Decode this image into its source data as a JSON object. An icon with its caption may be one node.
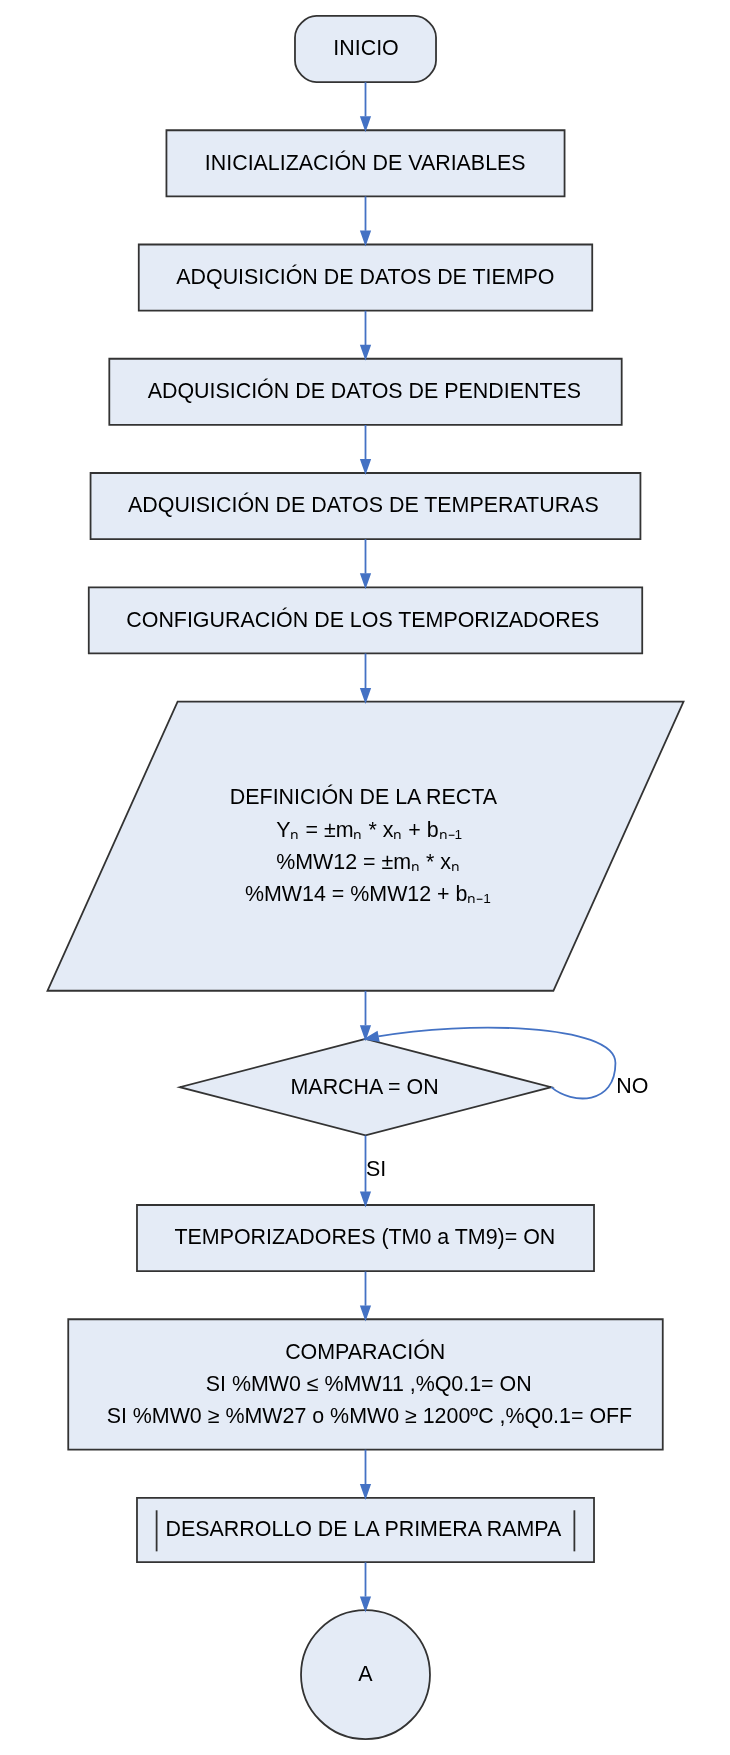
{
  "diagram": {
    "nodes": [
      {
        "text": [
          "INICIO"
        ]
      },
      {
        "text": [
          "INICIALIZACIÓN DE VARIABLES"
        ]
      },
      {
        "text": [
          "ADQUISICIÓN DE DATOS DE TIEMPO"
        ]
      },
      {
        "text": [
          "ADQUISICIÓN DE DATOS DE PENDIENTES"
        ]
      },
      {
        "text": [
          "ADQUISICIÓN DE DATOS DE TEMPERATURAS"
        ]
      },
      {
        "text": [
          "CONFIGURACIÓN DE LOS TEMPORIZADORES"
        ]
      },
      {
        "text": [
          "DEFINICIÓN DE LA RECTA",
          "Yₙ = ±mₙ * xₙ + bₙ₋₁",
          "%MW12 = ±mₙ * xₙ",
          "%MW14 = %MW12 + bₙ₋₁"
        ]
      },
      {
        "text": [
          "MARCHA = ON"
        ]
      },
      {
        "text": [
          "TEMPORIZADORES (TM0 a TM9)= ON"
        ]
      },
      {
        "text": [
          "COMPARACIÓN",
          "SI %MW0 ≤ %MW11 ,%Q0.1= ON",
          "SI %MW0 ≥ %MW27 o %MW0 ≥ 1200ºC ,%Q0.1= OFF"
        ]
      },
      {
        "text": [
          "DESARROLLO DE LA PRIMERA RAMPA"
        ]
      },
      {
        "text": [
          "A"
        ]
      }
    ],
    "edges": [
      {
        "from": 0,
        "to": 1,
        "arrow": "to"
      },
      {
        "from": 1,
        "to": 2,
        "arrow": "to"
      },
      {
        "from": 2,
        "to": 3,
        "arrow": "to"
      },
      {
        "from": 3,
        "to": 4,
        "arrow": "to"
      },
      {
        "from": 4,
        "to": 5,
        "arrow": "to"
      },
      {
        "from": 5,
        "to": 6,
        "arrow": "to"
      },
      {
        "from": 6,
        "to": 7,
        "arrow": "to"
      },
      {
        "from": 7,
        "to": 7,
        "label": "NO",
        "arrow": "to"
      },
      {
        "from": 7,
        "to": 8,
        "label": "SI",
        "arrow": "to"
      },
      {
        "from": 8,
        "to": 9,
        "arrow": "to"
      },
      {
        "from": 9,
        "to": 10,
        "arrow": "to"
      },
      {
        "from": 10,
        "to": 11,
        "arrow": "to"
      }
    ]
  }
}
